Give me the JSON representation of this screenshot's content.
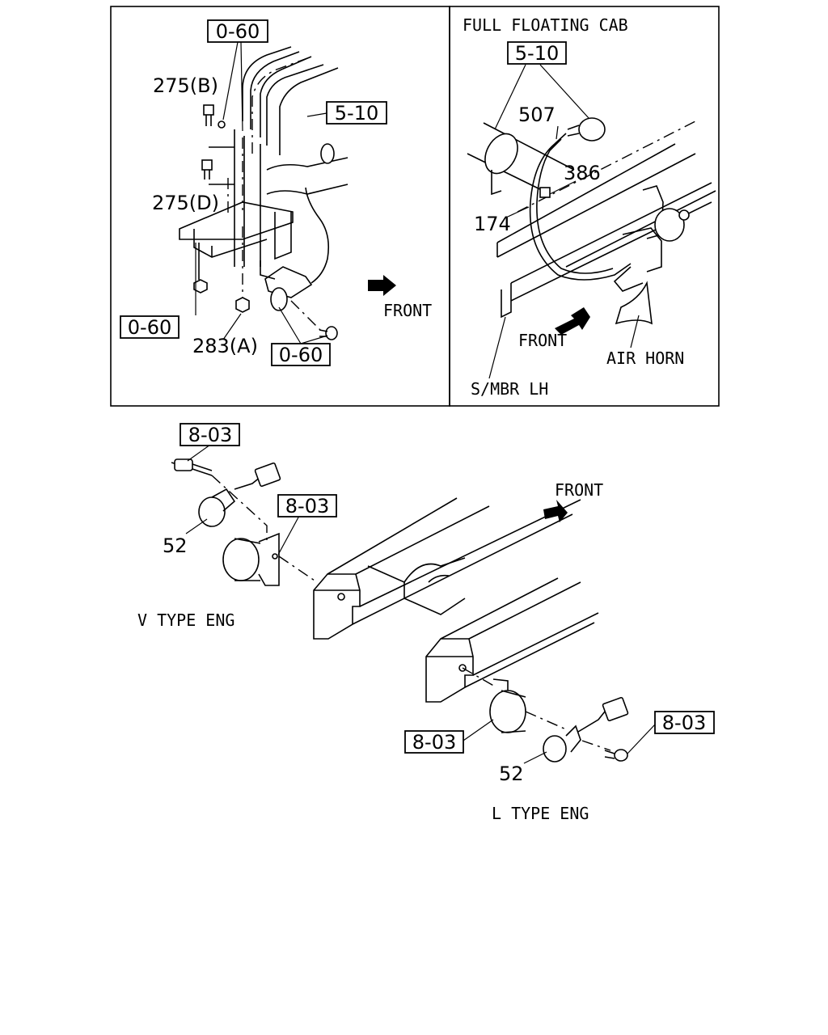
{
  "panel_left": {
    "refs": [
      "0-60",
      "5-10",
      "0-60",
      "0-60"
    ],
    "parts": [
      "275(B)",
      "275(D)",
      "283(A)"
    ],
    "direction": "FRONT"
  },
  "panel_right": {
    "title": "FULL FLOATING CAB",
    "ref": "5-10",
    "parts": [
      "507",
      "386",
      "174"
    ],
    "direction": "FRONT",
    "labels": [
      "AIR HORN",
      "S/MBR LH"
    ]
  },
  "lower": {
    "refs": [
      "8-03",
      "8-03",
      "8-03",
      "8-03"
    ],
    "parts": [
      "52",
      "52"
    ],
    "direction": "FRONT",
    "captions": [
      "V TYPE ENG",
      "L TYPE ENG"
    ]
  }
}
